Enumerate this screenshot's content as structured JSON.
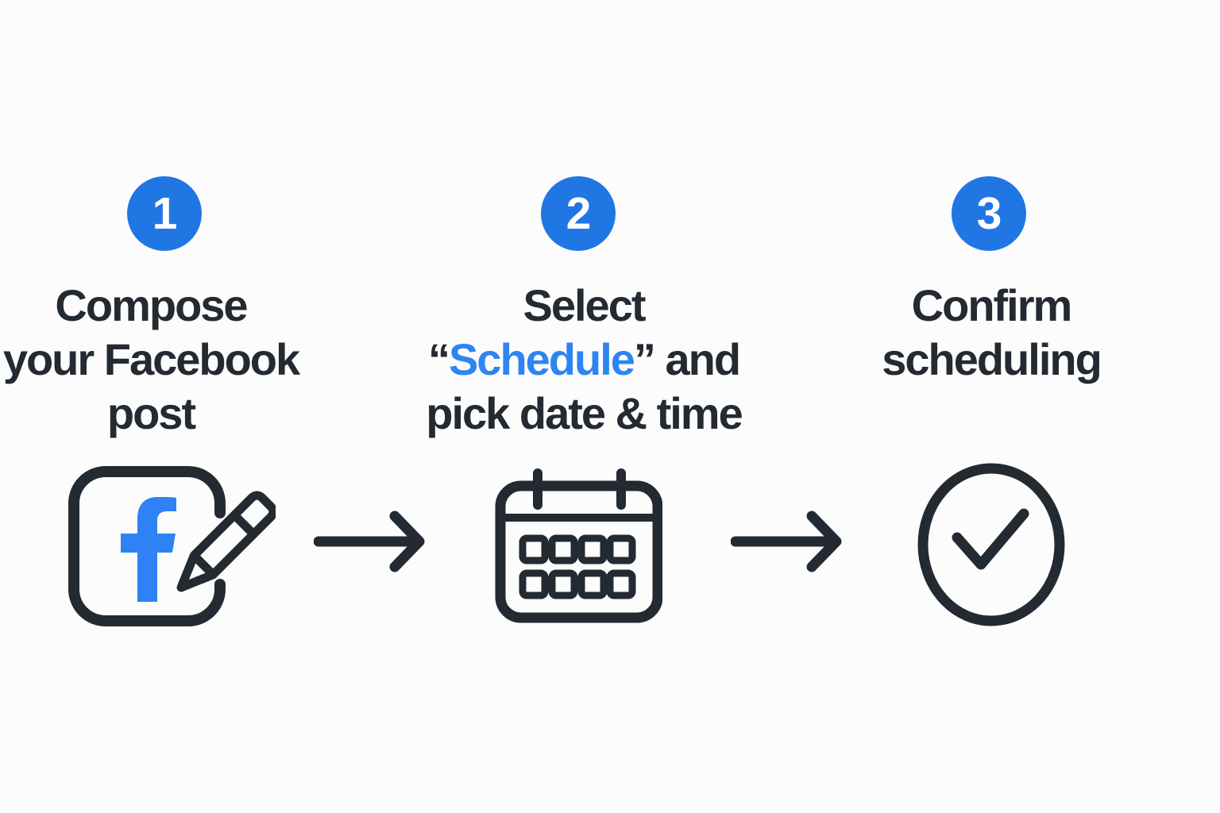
{
  "colors": {
    "background": "#fcfcfc",
    "badge_blue": "#2077e4",
    "highlight_blue": "#2e85f1",
    "facebook_blue": "#2e82f5",
    "ink": "#242a31"
  },
  "steps": [
    {
      "badge": "1",
      "lines": [
        "Compose",
        "your Facebook",
        "post"
      ],
      "icon": "facebook-compose-icon"
    },
    {
      "badge": "2",
      "line1": "Select",
      "quote_open": "“",
      "highlight": "Schedule",
      "line2_rest": "” and",
      "line3": "pick date & time",
      "icon": "calendar-icon"
    },
    {
      "badge": "3",
      "lines": [
        "Confirm",
        "scheduling"
      ],
      "icon": "check-circle-icon"
    }
  ],
  "arrows": [
    {
      "icon": "right-arrow-icon"
    },
    {
      "icon": "right-arrow-icon"
    }
  ]
}
